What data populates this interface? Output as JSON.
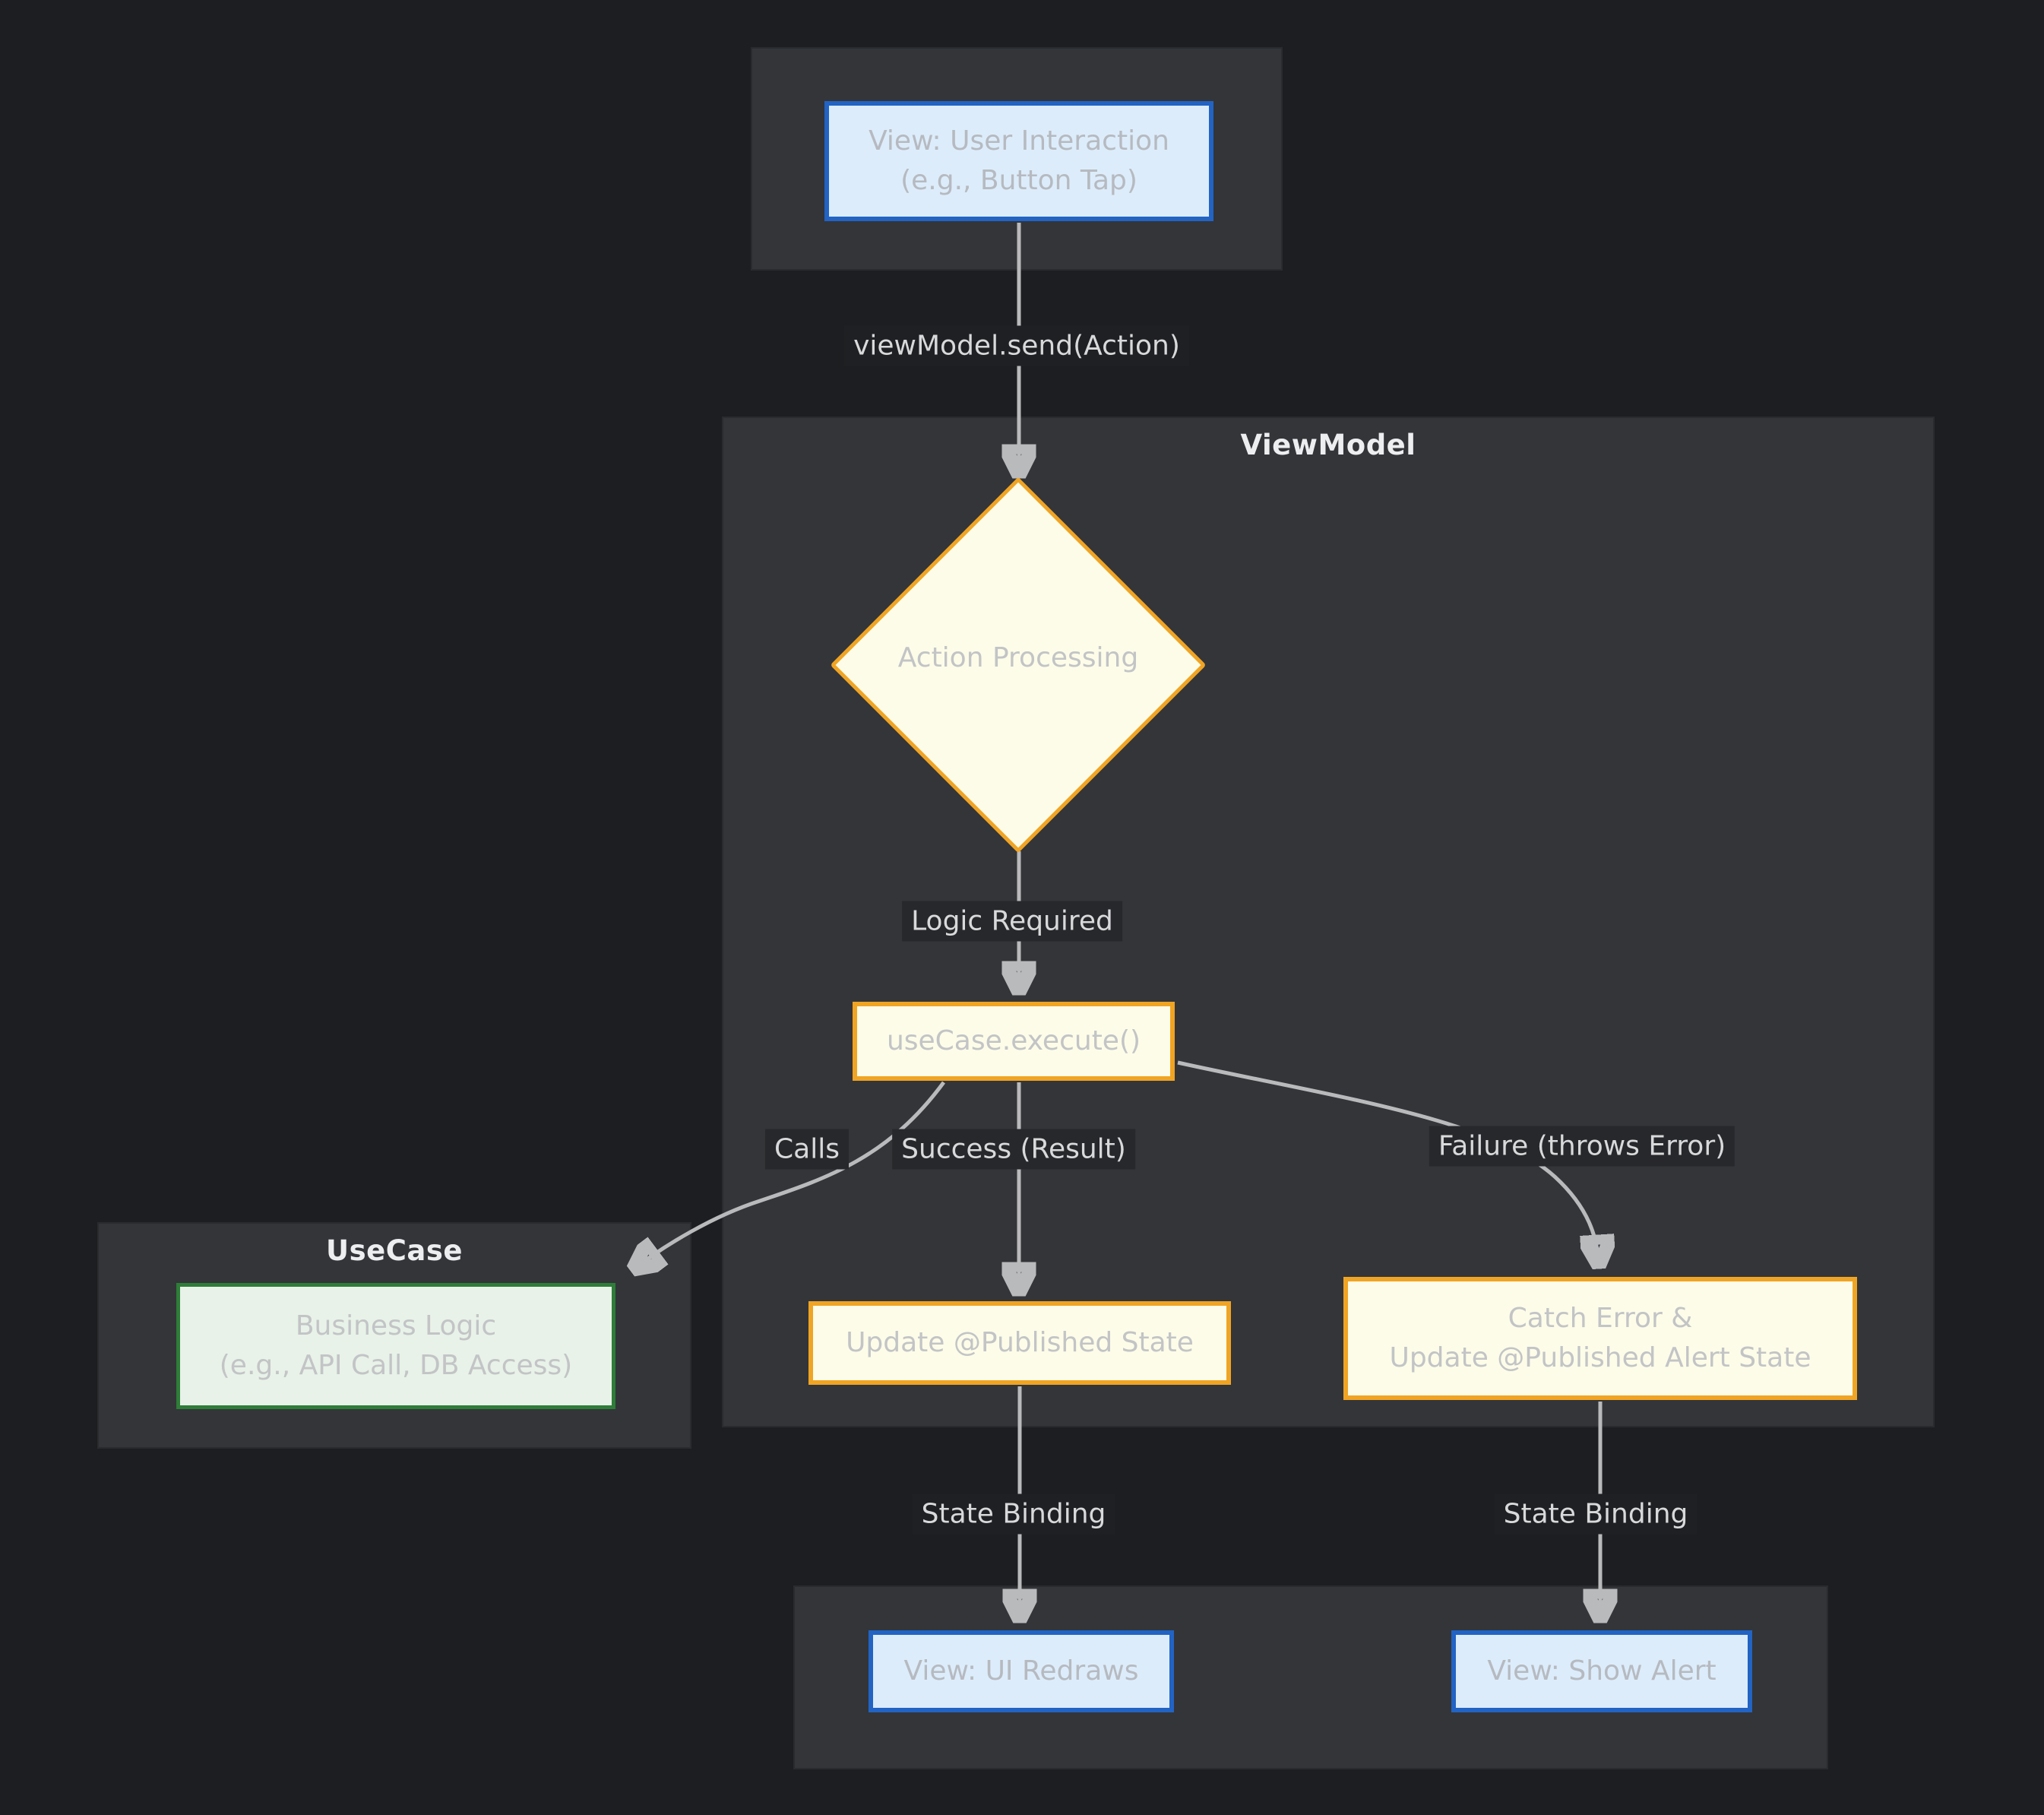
{
  "containers": {
    "viewmodel": "ViewModel",
    "usecase": "UseCase"
  },
  "nodes": {
    "user_interaction": "View: User Interaction\n(e.g., Button Tap)",
    "action_processing": "Action Processing",
    "usecase_execute": "useCase.execute()",
    "business_logic": "Business Logic\n(e.g., API Call, DB Access)",
    "update_state": "Update @Published State",
    "catch_error": "Catch Error &\nUpdate @Published Alert State",
    "ui_redraws": "View: UI Redraws",
    "show_alert": "View: Show Alert"
  },
  "edges": {
    "send_action": "viewModel.send(Action)",
    "logic_required": "Logic Required",
    "calls": "Calls",
    "success": "Success (Result)",
    "failure": "Failure (throws Error)",
    "state_binding_left": "State Binding",
    "state_binding_right": "State Binding"
  },
  "colors": {
    "page_background": "#1d1e21",
    "container_background": "#333539",
    "edge_label_background": "#27282b",
    "blue_node_border": "#2263c3",
    "blue_node_fill": "#dcecfa",
    "amber_node_border": "#f0a424",
    "cream_node_fill": "#fdfce8",
    "green_node_border": "#2e7d38",
    "green_node_fill": "#e8f2e8",
    "edge_line": "#b9babc",
    "node_text": "#c2c4c6",
    "edge_label_text": "#d8d9da",
    "container_title_text": "#eceef0"
  }
}
